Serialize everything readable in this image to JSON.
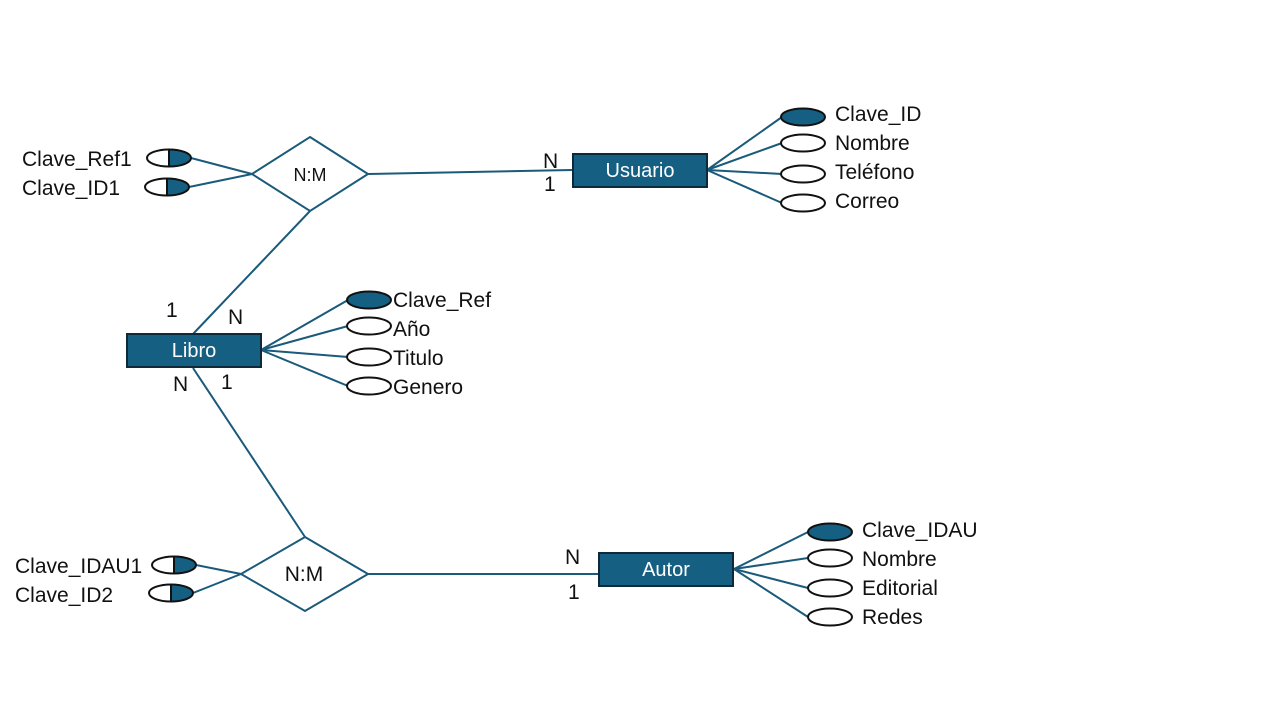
{
  "entities": {
    "usuario": "Usuario",
    "libro": "Libro",
    "autor": "Autor"
  },
  "relationships": {
    "top": "N:M",
    "bottom": "N:M"
  },
  "attributes": {
    "usuario": [
      "Clave_ID",
      "Nombre",
      "Teléfono",
      "Correo"
    ],
    "libro": [
      "Clave_Ref",
      "Año",
      "Titulo",
      "Genero"
    ],
    "autor": [
      "Clave_IDAU",
      "Nombre",
      "Editorial",
      "Redes"
    ],
    "rel_top": [
      "Clave_Ref1",
      "Clave_ID1"
    ],
    "rel_bottom": [
      "Clave_IDAU1",
      "Clave_ID2"
    ]
  },
  "cardinalities": {
    "usuario_n": "N",
    "usuario_1": "1",
    "libro_top_1": "1",
    "libro_top_n": "N",
    "libro_bottom_n": "N",
    "libro_bottom_1": "1",
    "autor_n": "N",
    "autor_1": "1"
  },
  "colors": {
    "entity_fill": "#155f82",
    "line": "#1a5a7a"
  }
}
